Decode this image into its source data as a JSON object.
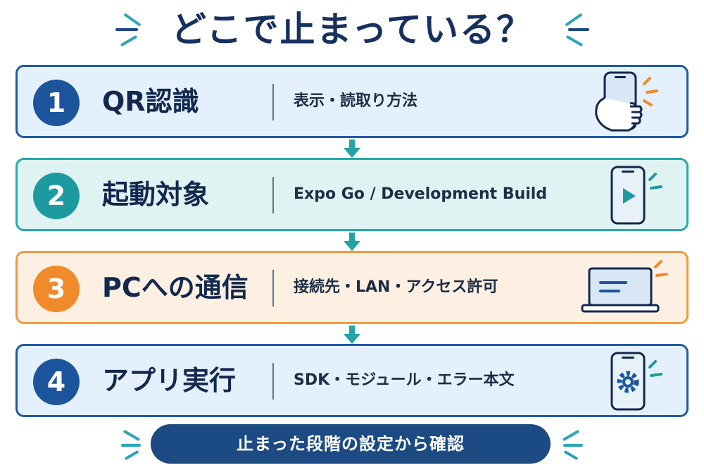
{
  "title": "どこで止まっている？",
  "steps": [
    {
      "number": "1",
      "label": "QR認識",
      "description": "表示・読取り方法",
      "icon": "phone-in-hand-icon",
      "accent": "#1c559c",
      "border": "#1f5aa6",
      "fill": "#e4f0fb"
    },
    {
      "number": "2",
      "label": "起動対象",
      "description": "Expo Go / Development Build",
      "icon": "phone-play-icon",
      "accent": "#1d9aa0",
      "border": "#27a9ad",
      "fill": "#e0f3f3"
    },
    {
      "number": "3",
      "label": "PCへの通信",
      "description": "接続先・LAN・アクセス許可",
      "icon": "laptop-icon",
      "accent": "#f08a2a",
      "border": "#f39a3d",
      "fill": "#fdf0e2"
    },
    {
      "number": "4",
      "label": "アプリ実行",
      "description": "SDK・モジュール・エラー本文",
      "icon": "phone-gear-icon",
      "accent": "#1c559c",
      "border": "#1f5aa6",
      "fill": "#e4f0fb"
    }
  ],
  "footer": "止まった段階の設定から確認",
  "colors": {
    "arrow": "#23a3a6",
    "navy": "#1c4a82"
  }
}
